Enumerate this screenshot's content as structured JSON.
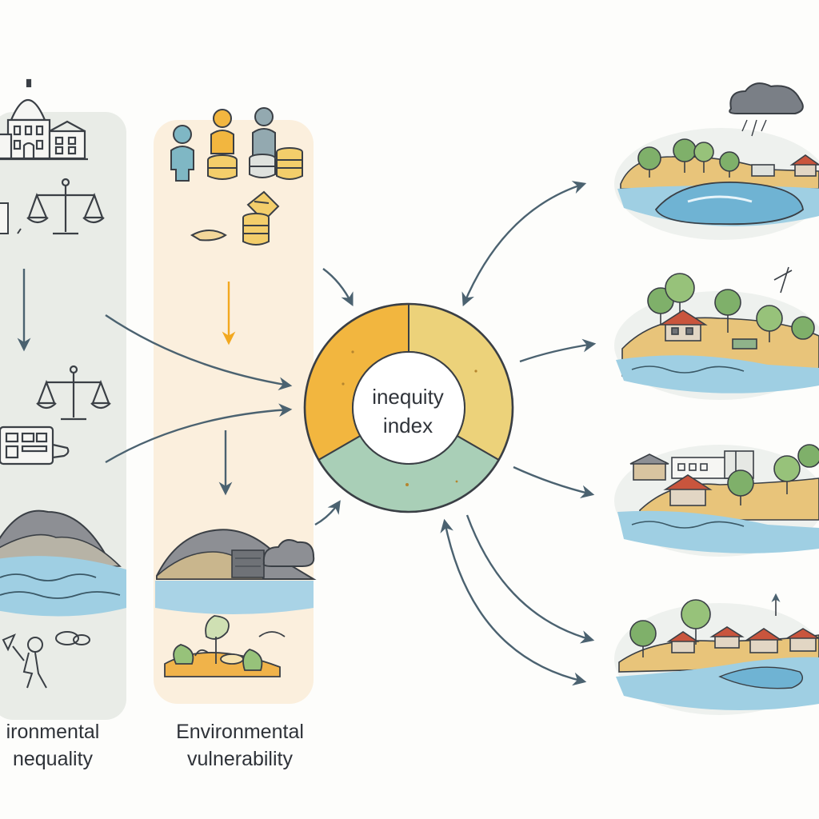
{
  "columns": {
    "inequality": {
      "label_line1": "ironmental",
      "label_line2": "nequality"
    },
    "vulnerability": {
      "label_line1": "Environmental",
      "label_line2": "vulnerability"
    }
  },
  "center": {
    "label_line1": "inequity",
    "label_line2": "index"
  },
  "palette": {
    "gold": "#f2b63f",
    "pale_gold": "#ecd27a",
    "sage": "#a9cfb7",
    "water": "#9fcfe3",
    "arrow": "#4b6270",
    "panel_grey": "#e9ece7",
    "panel_cream": "#fbefdd"
  },
  "icons": [
    "government-building-icon",
    "scales-of-justice-icon",
    "document-icon",
    "people-icon",
    "coins-icon",
    "money-bag-icon",
    "mountain-icon",
    "rain-cloud-icon",
    "tree-icon",
    "house-icon",
    "factory-icon"
  ]
}
